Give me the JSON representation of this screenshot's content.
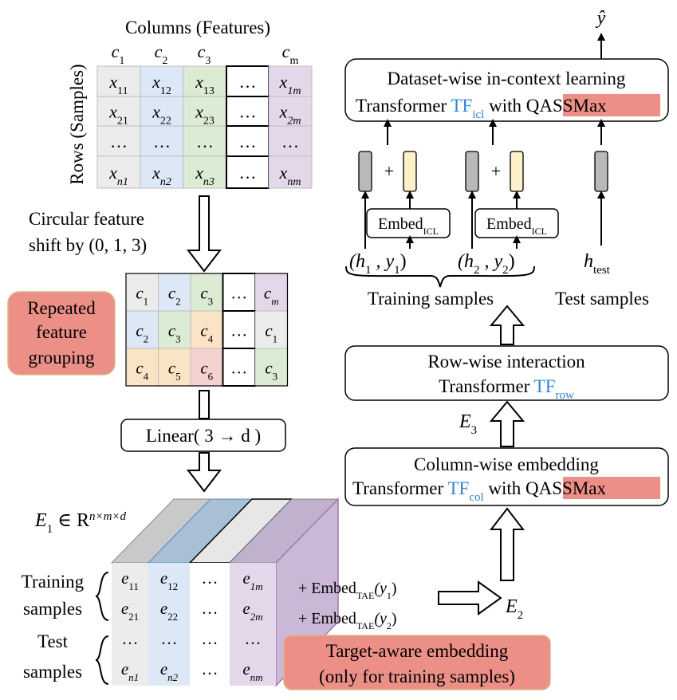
{
  "colors": {
    "gray": "#ececec",
    "blue": "#dce8f6",
    "green": "#dcebd3",
    "purple": "#e3d8ea",
    "orange": "#fbe3c6",
    "pink": "#f4d2cf",
    "yellow": "#fdf1c9",
    "red_label": "#ec8f86",
    "blue_text": "#2f84d6",
    "barGray": "#b9b9b9"
  },
  "left": {
    "matrix_title": "Columns (Features)",
    "rows_label": "Rows (Samples)",
    "col_headers": [
      "c",
      "c",
      "c",
      "c"
    ],
    "col_header_subs": [
      "1",
      "2",
      "3",
      "m"
    ],
    "matrix": [
      [
        {
          "b": "x",
          "s": "11"
        },
        {
          "b": "x",
          "s": "12"
        },
        {
          "b": "x",
          "s": "13"
        },
        {
          "b": "…",
          "s": ""
        },
        {
          "b": "x",
          "s": "1m"
        }
      ],
      [
        {
          "b": "x",
          "s": "21"
        },
        {
          "b": "x",
          "s": "22"
        },
        {
          "b": "x",
          "s": "23"
        },
        {
          "b": "…",
          "s": ""
        },
        {
          "b": "x",
          "s": "2m"
        }
      ],
      [
        {
          "b": "…",
          "s": ""
        },
        {
          "b": "…",
          "s": ""
        },
        {
          "b": "…",
          "s": ""
        },
        {
          "b": "…",
          "s": ""
        },
        {
          "b": "…",
          "s": ""
        }
      ],
      [
        {
          "b": "x",
          "s": "n1"
        },
        {
          "b": "x",
          "s": "n2"
        },
        {
          "b": "x",
          "s": "n3"
        },
        {
          "b": "…",
          "s": ""
        },
        {
          "b": "x",
          "s": "nm"
        }
      ]
    ],
    "shift_line1": "Circular feature",
    "shift_line2": "shift by (0, 1, 3)",
    "repeated_line1": "Repeated",
    "repeated_line2": "feature",
    "repeated_line3": "grouping",
    "grouping": [
      [
        {
          "b": "c",
          "s": "1"
        },
        {
          "b": "c",
          "s": "2"
        },
        {
          "b": "c",
          "s": "3"
        },
        {
          "b": "…",
          "s": ""
        },
        {
          "b": "c",
          "s": "m"
        }
      ],
      [
        {
          "b": "c",
          "s": "2"
        },
        {
          "b": "c",
          "s": "3"
        },
        {
          "b": "c",
          "s": "4"
        },
        {
          "b": "…",
          "s": ""
        },
        {
          "b": "c",
          "s": "1"
        }
      ],
      [
        {
          "b": "c",
          "s": "4"
        },
        {
          "b": "c",
          "s": "5"
        },
        {
          "b": "c",
          "s": "6"
        },
        {
          "b": "…",
          "s": ""
        },
        {
          "b": "c",
          "s": "3"
        }
      ]
    ],
    "linear_label": "Linear( 3 → d )",
    "e1_label": "E",
    "e1_sub": "1",
    "e1_rest": " ∈ R",
    "e1_sup": "n×m×d",
    "training_line1": "Training",
    "training_line2": "samples",
    "test_line1": "Test",
    "test_line2": "samples",
    "cube": [
      [
        {
          "b": "e",
          "s": "11"
        },
        {
          "b": "e",
          "s": "12"
        },
        {
          "b": "…",
          "s": ""
        },
        {
          "b": "e",
          "s": "1m"
        }
      ],
      [
        {
          "b": "e",
          "s": "21"
        },
        {
          "b": "e",
          "s": "22"
        },
        {
          "b": "…",
          "s": ""
        },
        {
          "b": "e",
          "s": "2m"
        }
      ],
      [
        {
          "b": "…",
          "s": ""
        },
        {
          "b": "…",
          "s": ""
        },
        {
          "b": "…",
          "s": ""
        },
        {
          "b": "…",
          "s": ""
        }
      ],
      [
        {
          "b": "e",
          "s": "n1"
        },
        {
          "b": "e",
          "s": "n2"
        },
        {
          "b": "…",
          "s": ""
        },
        {
          "b": "e",
          "s": "nm"
        }
      ]
    ],
    "embed_tae": [
      {
        "plus": "+ Embed",
        "sub": "TAE",
        "arg": "(y",
        "argsub": "1",
        "close": ")"
      },
      {
        "plus": "+ Embed",
        "sub": "TAE",
        "arg": "(y",
        "argsub": "2",
        "close": ")"
      }
    ],
    "e2_label": "E",
    "e2_sub": "2",
    "target_line1": "Target-aware embedding",
    "target_line2": "(only for training samples)"
  },
  "right": {
    "y_hat": "ŷ",
    "icl_line1": "Dataset-wise in-context learning",
    "icl_prefix": "Transformer ",
    "icl_tf": "TF",
    "icl_tf_sub": "icl",
    "icl_with": " with ",
    "qassmax": "QASSMax",
    "plus": "+",
    "embed_icl": "Embed",
    "embed_icl_sub": "ICL",
    "pair1": {
      "open": "(h",
      "hsub": "1",
      "mid": " , y",
      "ysub": "1",
      "close": ")"
    },
    "pair2": {
      "open": "(h",
      "hsub": "2",
      "mid": " , y",
      "ysub": "2",
      "close": ")"
    },
    "h_test": "h",
    "h_test_sub": "test",
    "training_samples": "Training samples",
    "test_samples": "Test samples",
    "row_line1": "Row-wise interaction",
    "row_prefix": "Transformer ",
    "row_tf": "TF",
    "row_tf_sub": "row",
    "e3_label": "E",
    "e3_sub": "3",
    "col_line1": "Column-wise embedding",
    "col_prefix": "Transformer ",
    "col_tf": "TF",
    "col_tf_sub": "col",
    "col_with": " with ",
    "col_qassmax": "QASSMax"
  }
}
